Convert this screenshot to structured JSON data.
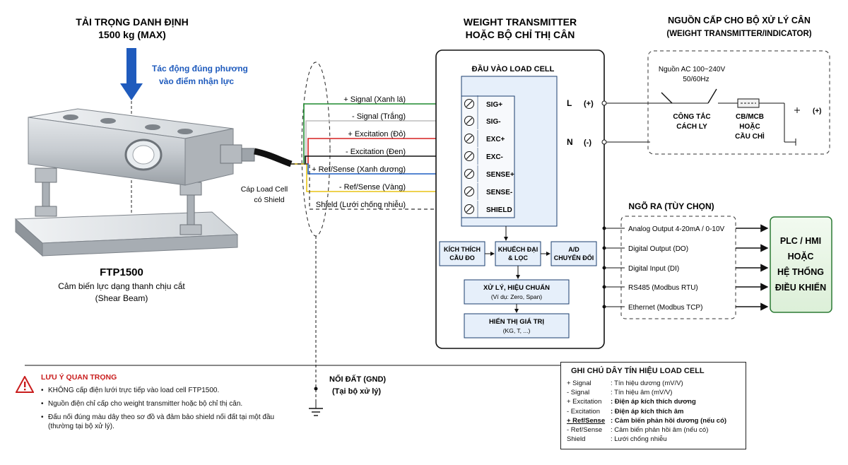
{
  "load": {
    "title1": "TẢI TRỌNG DANH ĐỊNH",
    "title2": "1500 kg (MAX)",
    "note1": "Tác động đúng phương",
    "note2": "vào điểm nhận lực"
  },
  "sensor": {
    "model": "FTP1500",
    "desc1": "Cảm biến lực dạng thanh chịu cắt",
    "desc2": "(Shear Beam)"
  },
  "cable": {
    "label1": "Cáp Load Cell",
    "label2": "có Shield"
  },
  "wires": [
    {
      "label": "+ Signal (Xanh lá)",
      "color": "#1f8a2e"
    },
    {
      "label": "- Signal (Trắng)",
      "color": "#bdbdbd"
    },
    {
      "label": "+ Excitation (Đỏ)",
      "color": "#d62020"
    },
    {
      "label": "- Excitation (Đen)",
      "color": "#111111"
    },
    {
      "label": "+ Ref/Sense (Xanh dương)",
      "color": "#1e5fc4"
    },
    {
      "label": "- Ref/Sense (Vàng)",
      "color": "#e8c316"
    },
    {
      "label": "Shield (Lưới chống nhiễu)",
      "color": "#333333"
    }
  ],
  "transmitter": {
    "title1": "WEIGHT TRANSMITTER",
    "title2": "HOẶC BỘ CHỈ THỊ CÂN",
    "input_title": "ĐẦU VÀO LOAD CELL",
    "terminals": [
      "SIG+",
      "SIG-",
      "EXC+",
      "EXC-",
      "SENSE+",
      "SENSE-",
      "SHIELD"
    ],
    "blocks": {
      "excite1": "KÍCH THÍCH",
      "excite2": "CẦU ĐO",
      "amp1": "KHUẾCH ĐẠI",
      "amp2": "& LỌC",
      "ad1": "A/D",
      "ad2": "CHUYỂN ĐỔI",
      "proc1": "XỬ LÝ, HIỆU CHUẨN",
      "proc2": "(Ví dụ: Zero, Span)",
      "disp1": "HIỂN THỊ GIÁ TRỊ",
      "disp2": "(KG, T, ...)"
    },
    "power_L": "L",
    "power_L_sign": "(+)",
    "power_N": "N",
    "power_N_sign": "(-)"
  },
  "supply": {
    "title1": "NGUỒN CẤP CHO BỘ XỬ LÝ CÂN",
    "title2": "(WEIGHT TRANSMITTER/INDICATOR)",
    "ac1": "Nguồn AC 100~240V",
    "ac2": "50/60Hz",
    "switch1": "CÔNG TẮC",
    "switch2": "CÁCH LY",
    "cb1": "CB/MCB",
    "cb2": "HOẶC",
    "cb3": "CẦU CHÌ",
    "ground_sign": "(+)"
  },
  "outputs": {
    "title": "NGÕ RA (TÙY CHỌN)",
    "items": [
      "Analog Output 4-20mA / 0-10V",
      "Digital Output (DO)",
      "Digital Input (DI)",
      "RS485 (Modbus RTU)",
      "Ethernet (Modbus TCP)"
    ]
  },
  "plc": {
    "line1": "PLC / HMI",
    "line2": "HOẶC",
    "line3": "HỆ THỐNG",
    "line4": "ĐIỀU KHIỂN",
    "fill": "#e6f3e4",
    "stroke": "#2b7a34"
  },
  "ground": {
    "line1": "NỐI ĐẤT (GND)",
    "line2": "(Tại bộ xử lý)"
  },
  "warning": {
    "title": "LƯU Ý QUAN TRỌNG",
    "items": [
      "KHÔNG cấp điện lưới trực tiếp vào load cell FTP1500.",
      "Nguồn điện chỉ cấp cho weight transmitter hoặc bộ chỉ thị cân.",
      "Đấu nối đúng màu dây theo sơ đồ và đảm bảo shield nối đất tại một đầu (thường tại bộ xử lý)."
    ]
  },
  "notes": {
    "title": "GHI CHÚ DÂY TÍN HIỆU LOAD CELL",
    "rows": [
      {
        "term": "+ Signal",
        "desc": ": Tín hiệu dương (mV/V)"
      },
      {
        "term": "- Signal",
        "desc": ": Tín hiệu âm (mV/V)"
      },
      {
        "term": "+ Excitation",
        "desc": ": Điện áp kích thích dương"
      },
      {
        "term": "- Excitation",
        "desc": ": Điện áp kích thích âm"
      },
      {
        "term": "+ Ref/Sense",
        "desc": ": Cảm biến phản hồi dương (nếu có)"
      },
      {
        "term": "- Ref/Sense",
        "desc": ": Cảm biến phản hồi âm (nếu có)"
      },
      {
        "term": "Shield",
        "desc": ": Lưới chống nhiễu"
      }
    ]
  }
}
